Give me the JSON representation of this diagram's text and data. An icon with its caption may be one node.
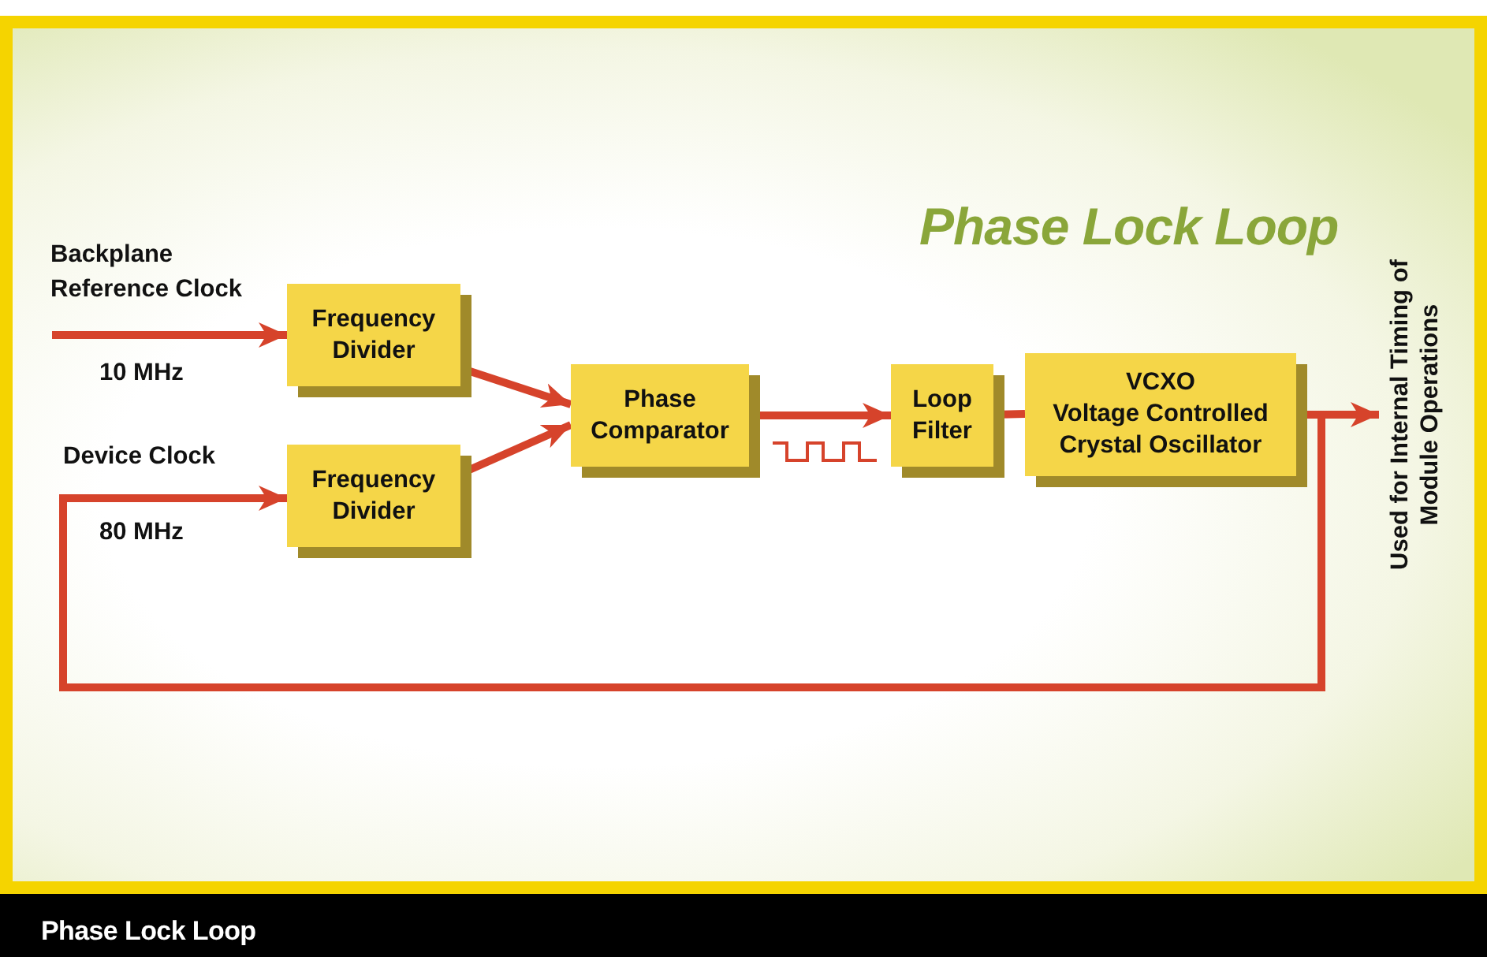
{
  "diagram": {
    "title": "Phase Lock Loop",
    "caption": "Phase Lock Loop",
    "nodes": [
      {
        "text": [
          "Frequency Divider"
        ]
      },
      {
        "text": [
          "Frequency Divider"
        ]
      },
      {
        "text": [
          "Phase Comparator"
        ]
      },
      {
        "text": [
          "Loop Filter"
        ]
      },
      {
        "text": [
          "VCXO",
          "Voltage Controlled Crystal Oscillator"
        ]
      },
      {
        "text": [
          "Used for Internal Timing of Module Operations"
        ]
      }
    ],
    "edges": [
      {
        "from": null,
        "to": 0,
        "arrow": "to"
      },
      {
        "from": 0,
        "to": 2,
        "arrow": "to"
      },
      {
        "from": 1,
        "to": 2,
        "arrow": "to"
      },
      {
        "from": 2,
        "to": 3,
        "arrow": "to"
      },
      {
        "from": 3,
        "to": 4,
        "arrow": "none"
      },
      {
        "from": 4,
        "to": 5,
        "arrow": "to"
      },
      {
        "from": 4,
        "to": 1,
        "arrow": "to"
      }
    ],
    "labels": [
      "Backplane Reference Clock",
      "10 MHz",
      "Device Clock",
      "80 MHz"
    ]
  }
}
